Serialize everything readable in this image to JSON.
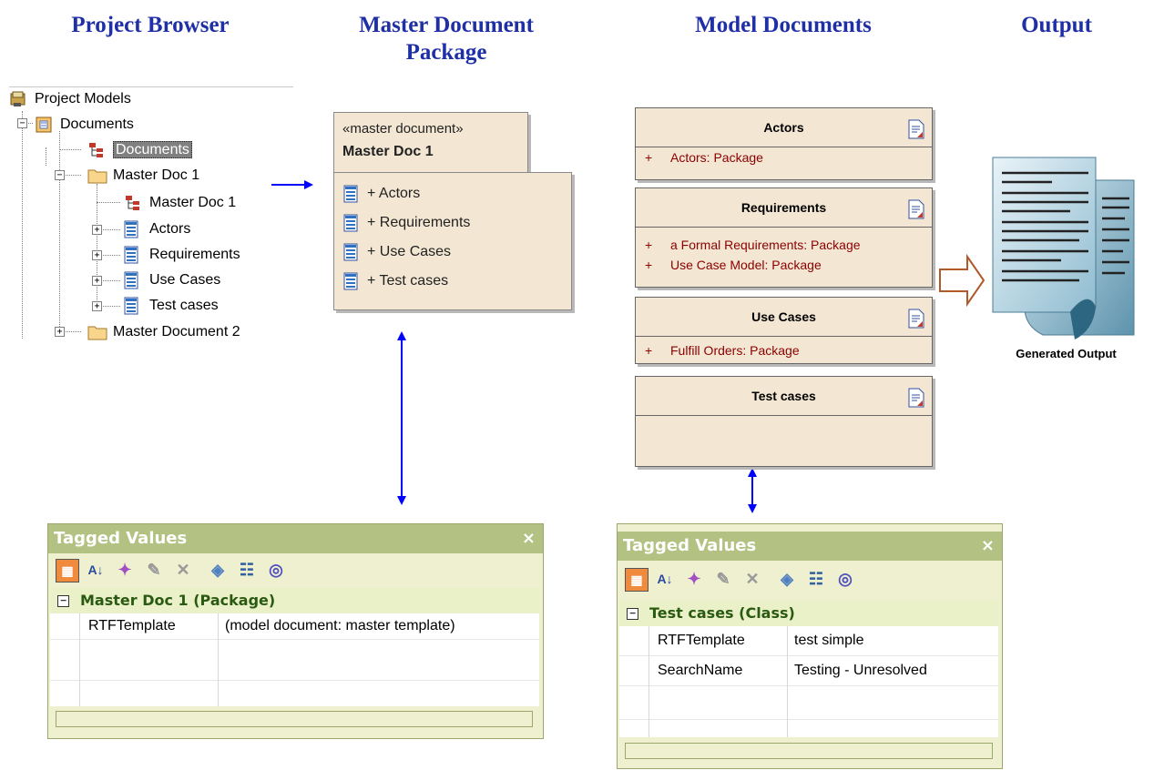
{
  "headers": {
    "project_browser": "Project Browser",
    "master_document_package": "Master Document Package",
    "model_documents": "Model Documents",
    "output": "Output"
  },
  "tree": {
    "root": "Project Models",
    "nodes": [
      {
        "label": "Documents"
      },
      {
        "label": "Documents"
      },
      {
        "label": "Master Doc 1"
      },
      {
        "label": "Master Doc 1"
      },
      {
        "label": "Actors"
      },
      {
        "label": "Requirements"
      },
      {
        "label": "Use Cases"
      },
      {
        "label": "Test cases"
      },
      {
        "label": "Master Document 2"
      }
    ]
  },
  "master_package": {
    "stereotype": "«master document»",
    "name": "Master Doc 1",
    "items": [
      "+ Actors",
      "+ Requirements",
      "+ Use Cases",
      "+ Test cases"
    ]
  },
  "model_documents": [
    {
      "title": "Actors",
      "attributes": [
        "Actors: Package"
      ]
    },
    {
      "title": "Requirements",
      "attributes": [
        "a Formal Requirements: Package",
        "Use Case Model: Package"
      ]
    },
    {
      "title": "Use Cases",
      "attributes": [
        "Fulfill Orders: Package"
      ]
    },
    {
      "title": "Test cases",
      "attributes": []
    }
  ],
  "attribute_prefix": "+",
  "output": {
    "caption": "Generated Output"
  },
  "tagged_values_left": {
    "title": "Tagged Values",
    "close": "×",
    "group": "Master Doc 1 (Package)",
    "rows": [
      {
        "key": "RTFTemplate",
        "value": "(model document: master template)"
      }
    ]
  },
  "tagged_values_right": {
    "title": "Tagged Values",
    "close": "×",
    "group": "Test cases (Class)",
    "rows": [
      {
        "key": "RTFTemplate",
        "value": "test simple"
      },
      {
        "key": "SearchName",
        "value": "Testing - Unresolved"
      }
    ]
  },
  "colors": {
    "header_text": "#1f2fa6",
    "arrow": "#0000ff",
    "output_arrow": "#b05a2a",
    "package_fill": "#f3e7d3",
    "attribute_text": "#8b0000",
    "panel_title": "#b3c282",
    "group_text": "#2a5a12"
  },
  "toolbar_icons": [
    "categorized-view-icon",
    "sort-alpha-icon",
    "new-tag-icon",
    "edit-tag-icon",
    "delete-icon",
    "tag-icon",
    "list-icon",
    "help-icon"
  ]
}
